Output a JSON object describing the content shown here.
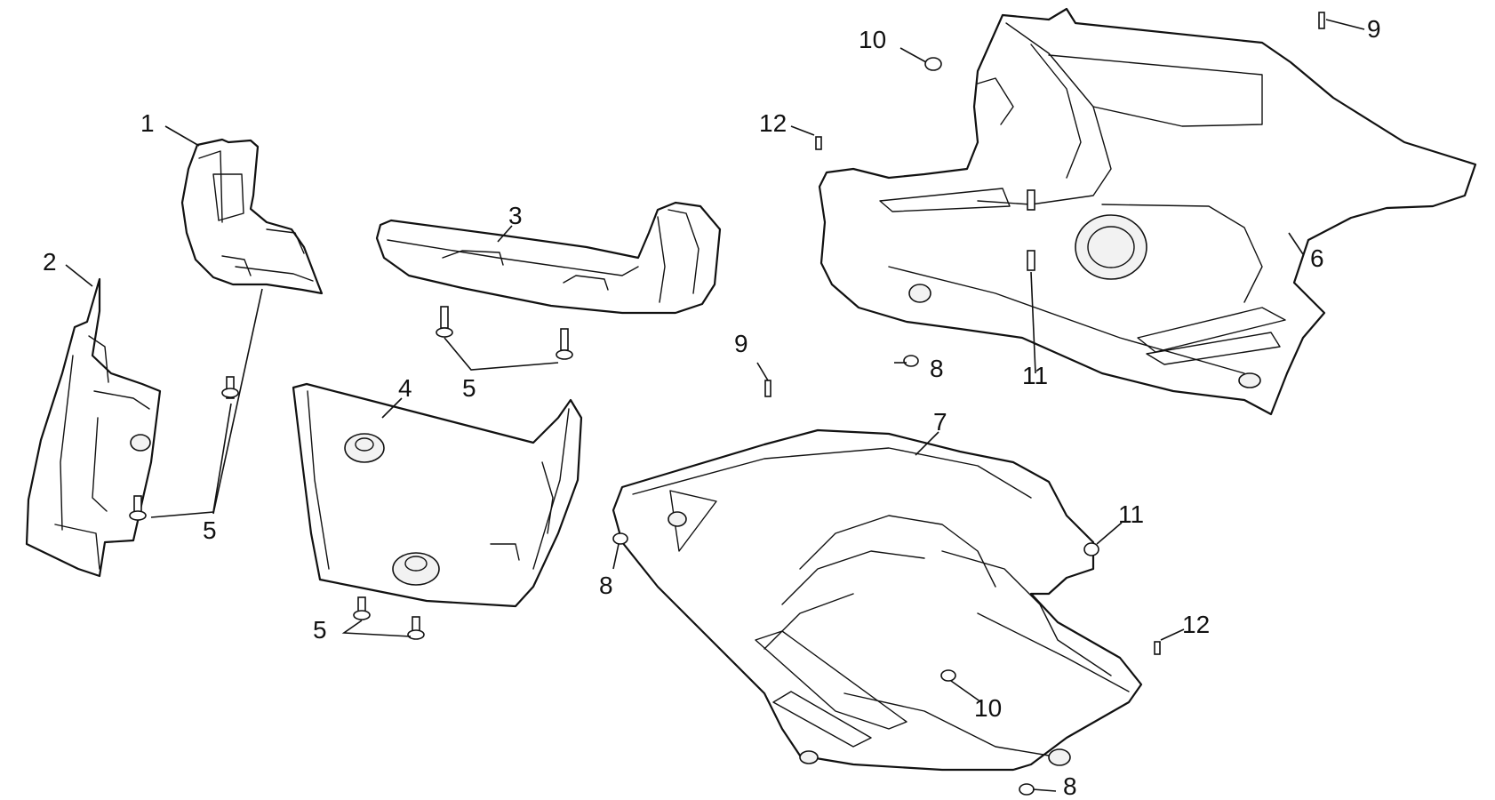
{
  "callouts": {
    "c1": "1",
    "c2": "2",
    "c3": "3",
    "c4": "4",
    "c5a": "5",
    "c5b": "5",
    "c5c": "5",
    "c6": "6",
    "c7": "7",
    "c8a": "8",
    "c8b": "8",
    "c8c": "8",
    "c9a": "9",
    "c9b": "9",
    "c10a": "10",
    "c10b": "10",
    "c11a": "11",
    "c11b": "11",
    "c12a": "12",
    "c12b": "12"
  }
}
